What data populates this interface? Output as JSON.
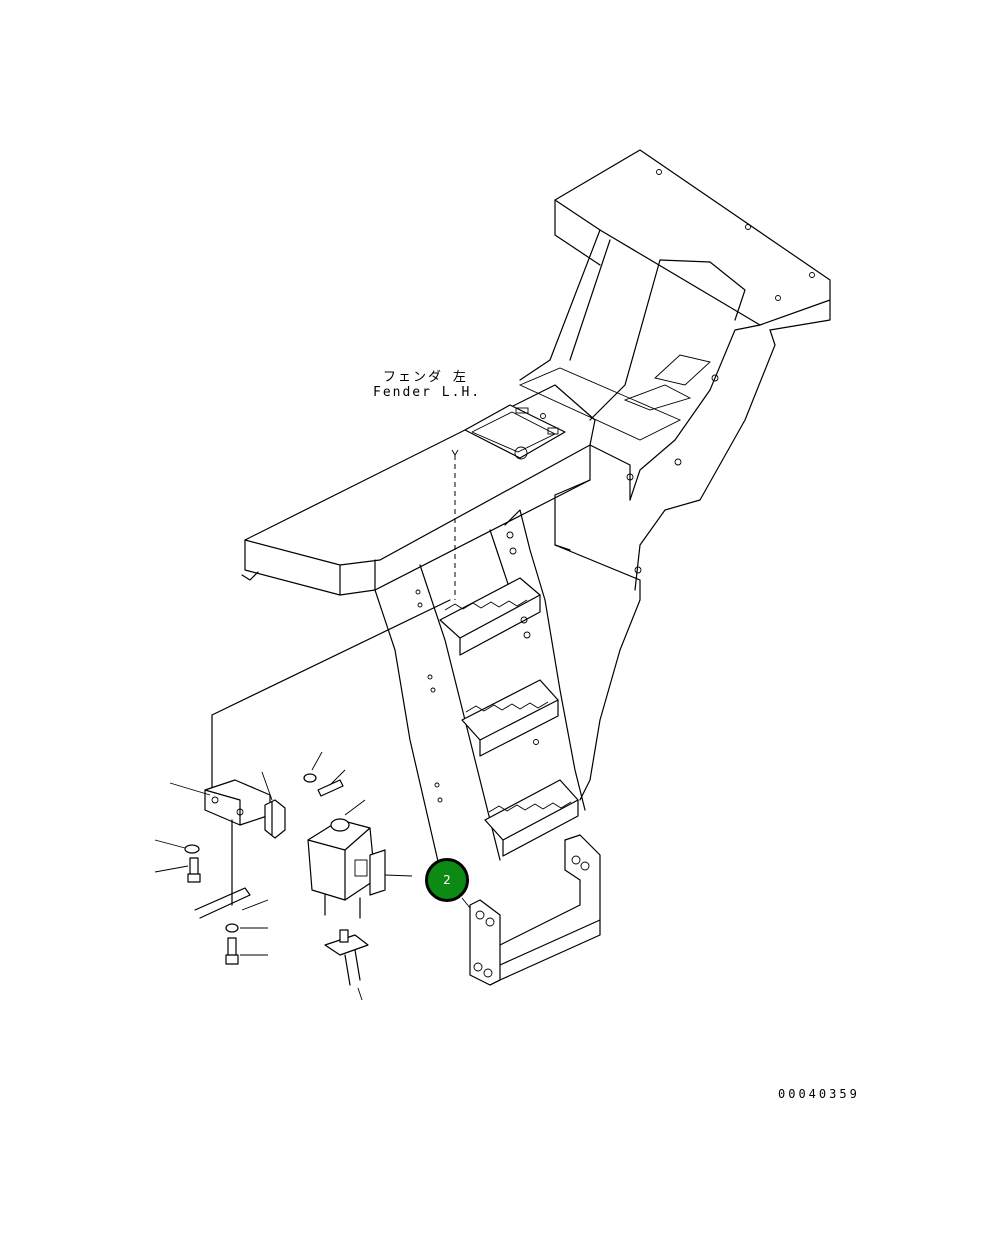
{
  "labels": {
    "fender_jp": "フェンダ 左",
    "fender_en": "Fender L.H.",
    "drawing_number": "00040359"
  },
  "callouts": [
    {
      "number": "2",
      "color": "#0d8a14"
    }
  ]
}
